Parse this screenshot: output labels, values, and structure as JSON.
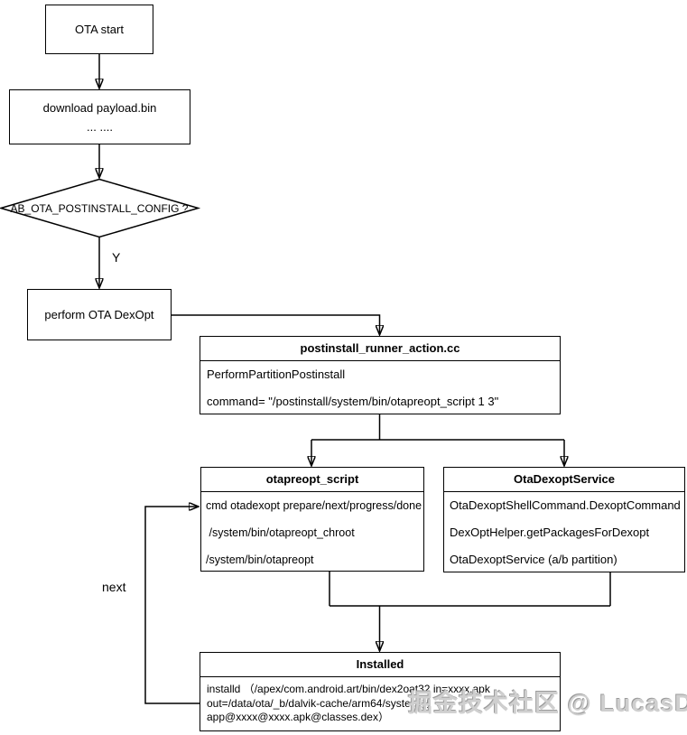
{
  "diagram": {
    "ota_start": {
      "label": "OTA start"
    },
    "download": {
      "line1": "download payload.bin",
      "line2": "... ...."
    },
    "decision": {
      "label": "AB_OTA_POSTINSTALL_CONFIG ?"
    },
    "decision_yes_label": "Y",
    "perform": {
      "label": "perform OTA DexOpt"
    },
    "postinstall_runner": {
      "title": "postinstall_runner_action.cc",
      "lines": [
        "PerformPartitionPostinstall",
        "command= \"/postinstall/system/bin/otapreopt_script 1 3\""
      ]
    },
    "otapreopt_script": {
      "title": "otapreopt_script",
      "lines": [
        "cmd otadexopt prepare/next/progress/done",
        " /system/bin/otapreopt_chroot",
        "/system/bin/otapreopt"
      ]
    },
    "ota_dexopt_service": {
      "title": "OtaDexoptService",
      "lines": [
        "OtaDexoptShellCommand.DexoptCommand",
        "DexOptHelper.getPackagesForDexopt",
        "OtaDexoptService (a/b partition)"
      ]
    },
    "installed": {
      "title": "Installed",
      "lines": [
        "installd （/apex/com.android.art/bin/dex2oat32 in=xxxx.apk",
        "out=/data/ota/_b/dalvik-cache/arm64/system@",
        "app@xxxx@xxxx.apk@classes.dex）"
      ]
    },
    "next_label": "next"
  },
  "watermark": {
    "text": "掘金技术社区 @ LucasD"
  },
  "colors": {
    "stroke": "#000000",
    "background": "#ffffff",
    "watermark_fill": "#cfcfcf"
  }
}
